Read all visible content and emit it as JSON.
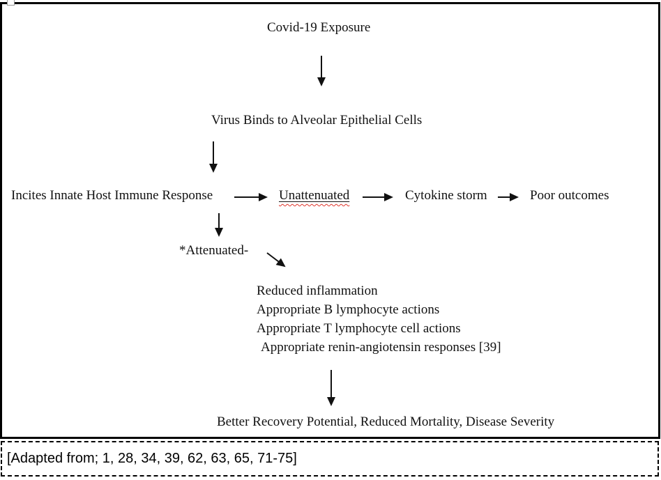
{
  "figure": {
    "nodes": {
      "exposure": "Covid-19 Exposure",
      "binds": "Virus Binds to Alveolar Epithelial Cells",
      "incites": "Incites Innate Host Immune Response",
      "unattenuated": "Unattenuated",
      "cytokine_storm": "Cytokine storm",
      "poor_outcomes": "Poor outcomes",
      "attenuated": "*Attenuated-",
      "attenuated_outcomes": [
        "Reduced inflammation",
        "Appropriate B lymphocyte actions",
        "Appropriate T lymphocyte cell actions",
        "Appropriate renin-angiotensin responses [39]"
      ],
      "final": "Better Recovery Potential, Reduced Mortality, Disease Severity"
    }
  },
  "caption": "[Adapted from; 1, 28, 34, 39, 62, 63, 65, 71-75]",
  "icons": {
    "down_arrow": "↓",
    "right_arrow": "→",
    "diagonal_arrow": "↘",
    "anchor_handle": "object-anchor-handle"
  },
  "colors": {
    "text": "#111111",
    "border": "#000000",
    "background": "#ffffff",
    "spellcheck_underline": "#e0352b"
  }
}
